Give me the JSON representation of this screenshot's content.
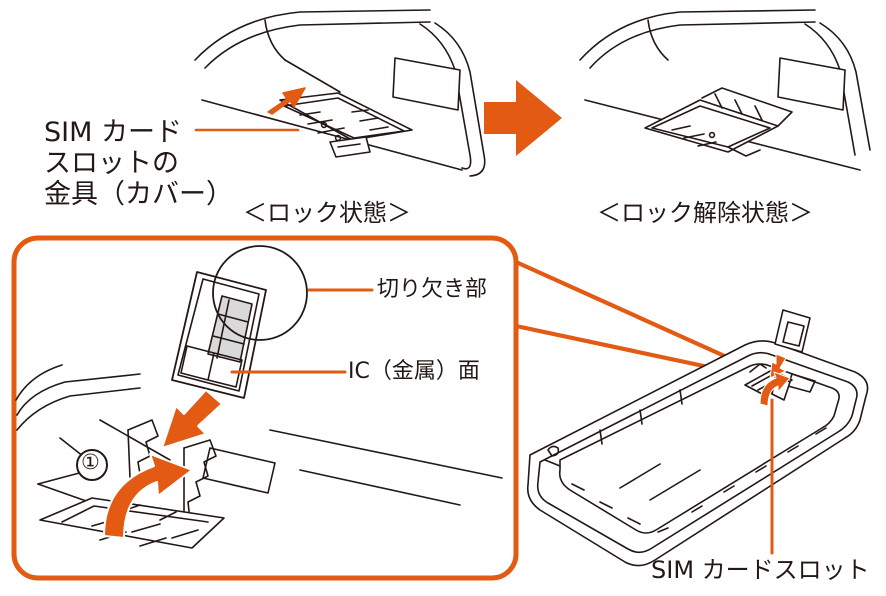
{
  "colors": {
    "accent": "#e35a13",
    "line": "#231815",
    "fill": "#ffffff",
    "shade": "#d9d9d9"
  },
  "labels": {
    "sim_cover_line1": "SIM カード",
    "sim_cover_line2": "スロットの",
    "sim_cover_line3": "金具（カバー）",
    "locked_state": "＜ロック状態＞",
    "unlocked_state": "＜ロック解除状態＞",
    "notch": "切り欠き部",
    "ic_face": "IC（金属）面",
    "step_1": "①",
    "sim_slot": "SIM カードスロット"
  }
}
